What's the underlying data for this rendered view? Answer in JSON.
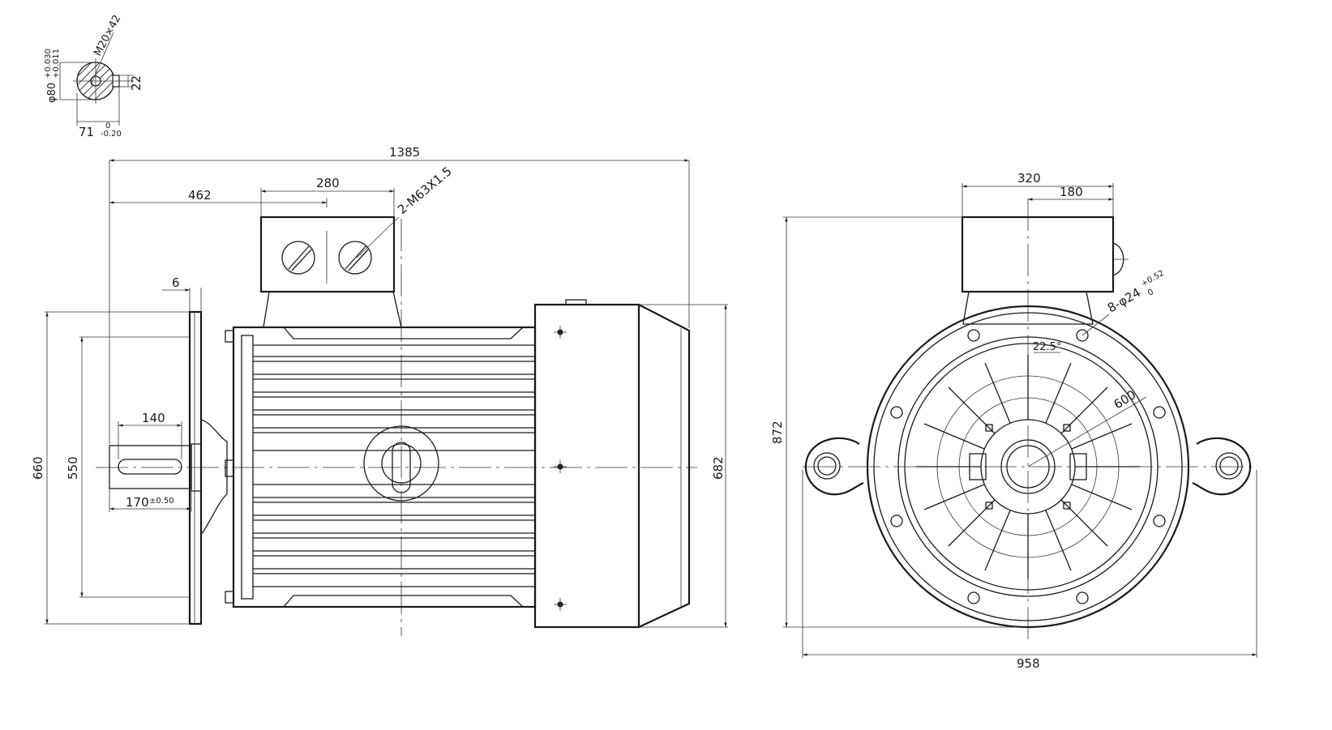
{
  "shaft_section": {
    "diameter": "φ80",
    "diameter_tol_upper": "+0.030",
    "diameter_tol_lower": "+0.011",
    "thread": "M20×42",
    "key_width": "22",
    "key_depth": "71",
    "key_depth_tol_upper": "0",
    "key_depth_tol_lower": "-0.20"
  },
  "side_view": {
    "overall_length": "1385",
    "terminal_box_offset": "462",
    "terminal_box_width": "280",
    "cable_entry": "2-M63X1.5",
    "flange_thickness": "6",
    "shaft_key_length": "140",
    "shaft_length": "170",
    "shaft_length_tol": "±0.50",
    "flange_outer_diameter": "660",
    "spigot_diameter": "550",
    "frame_height": "682"
  },
  "end_view": {
    "box_width": "320",
    "box_offset": "180",
    "mounting_holes": "8-φ24",
    "mounting_holes_tol_upper": "+0.52",
    "mounting_holes_tol_lower": "0",
    "angle": "22.5°",
    "pcd": "600",
    "overall_height": "872",
    "overall_width": "958"
  }
}
